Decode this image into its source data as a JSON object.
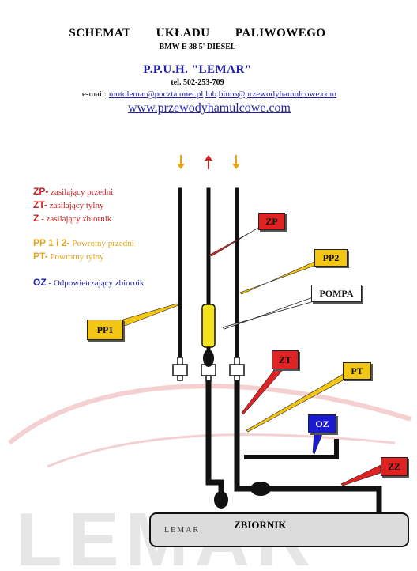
{
  "header": {
    "title": "SCHEMAT UKŁADU PALIWOWEGO",
    "subtitle": "BMW E 38  5'  DIESEL",
    "company": "P.P.U.H.  \"LEMAR\"",
    "phone": "tel. 502-253-709",
    "email_label": "e-mail:",
    "email_1": "motolemar@poczta.onet.pl",
    "email_or": "lub",
    "email_2": "biuro@przewodyhamulcowe.com",
    "website": "www.przewodyhamulcowe.com"
  },
  "legend": [
    {
      "code": "ZP-",
      "text": "zasilający przedni",
      "color": "#cc1f1f"
    },
    {
      "code": "ZT-",
      "text": "zasilający tylny",
      "color": "#cc1f1f"
    },
    {
      "code": "Z",
      "text": "-  zasilający zbiornik",
      "color": "#cc1f1f"
    },
    {
      "code": "PP 1 i 2-",
      "text": "Powrotny przedni",
      "color": "#e3a51c"
    },
    {
      "code": "PT-",
      "text": "Powrotny tylny",
      "color": "#e3a51c"
    },
    {
      "code": "OZ",
      "text": "- Odpowietrzający zbiornik",
      "color": "#1f1fa8"
    }
  ],
  "tags": {
    "zp": "ZP",
    "pp2": "PP2",
    "pompa": "POMPA",
    "pp1": "PP1",
    "zt": "ZT",
    "pt": "PT",
    "oz": "OZ",
    "zz": "ZZ"
  },
  "tank": {
    "label": "ZBIORNIK",
    "sub": "LEMAR"
  },
  "watermark": "LEMAR",
  "colors": {
    "red": "#cc1f1f",
    "orange": "#e3a51c",
    "blue": "#1f1fa8",
    "yellow_tag": "#f3c614",
    "red_tag": "#e02222",
    "blue_tag": "#1a1ad0",
    "tank_fill": "#dcdcdc"
  }
}
